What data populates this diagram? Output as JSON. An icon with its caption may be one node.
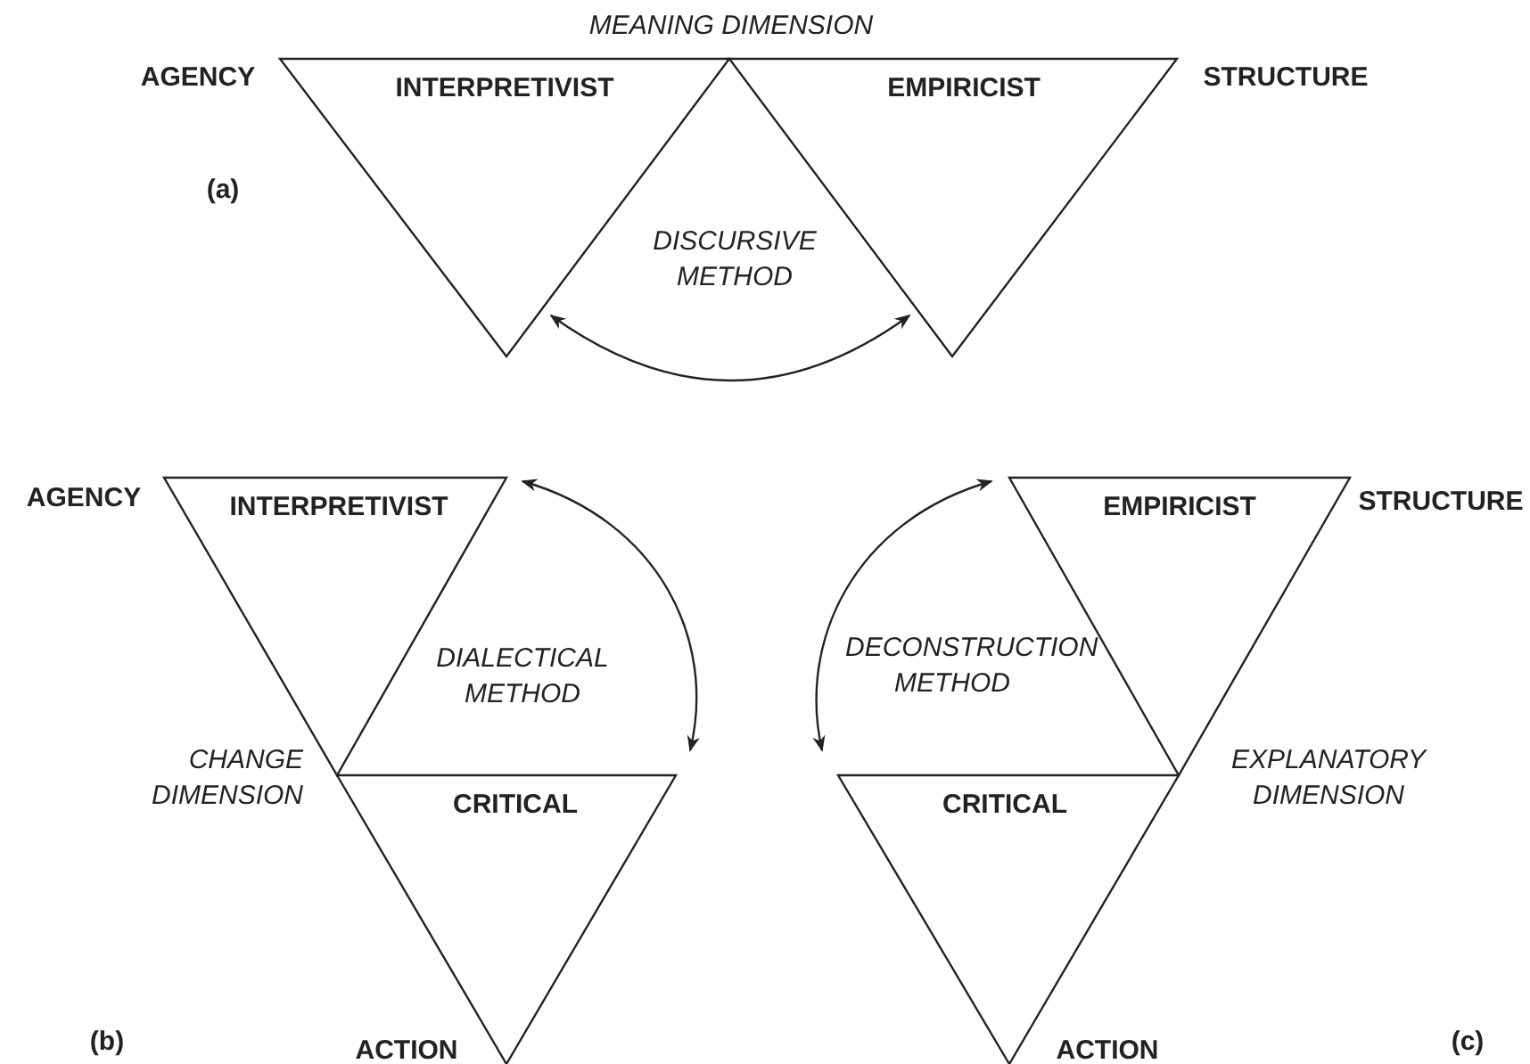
{
  "diagram": {
    "nodes": [
      {
        "text": [
          "INTERPRETIVIST"
        ],
        "beside": [
          "AGENCY"
        ]
      },
      {
        "text": [
          "EMPIRICIST"
        ],
        "beside": [
          "STRUCTURE"
        ]
      },
      {
        "text": [
          "INTERPRETIVIST"
        ],
        "beside": [
          "AGENCY"
        ]
      },
      {
        "text": [
          "CRITICAL"
        ],
        "beside": [
          "ACTION"
        ]
      },
      {
        "text": [
          "EMPIRICIST"
        ],
        "beside": [
          "STRUCTURE"
        ]
      },
      {
        "text": [
          "CRITICAL"
        ],
        "beside": [
          "ACTION"
        ]
      }
    ],
    "edges": [
      {
        "from": 0,
        "to": 1,
        "arrow": "both"
      },
      {
        "from": 2,
        "to": 3,
        "arrow": "both"
      },
      {
        "from": 4,
        "to": 5,
        "arrow": "both"
      }
    ],
    "labels": [
      "MEANING DIMENSION",
      "(a)",
      "DISCURSIVE METHOD",
      "DIALECTICAL METHOD",
      "DECONSTRUCTION METHOD",
      "CHANGE DIMENSION",
      "EXPLANATORY DIMENSION",
      "(b)",
      "(c)"
    ]
  }
}
